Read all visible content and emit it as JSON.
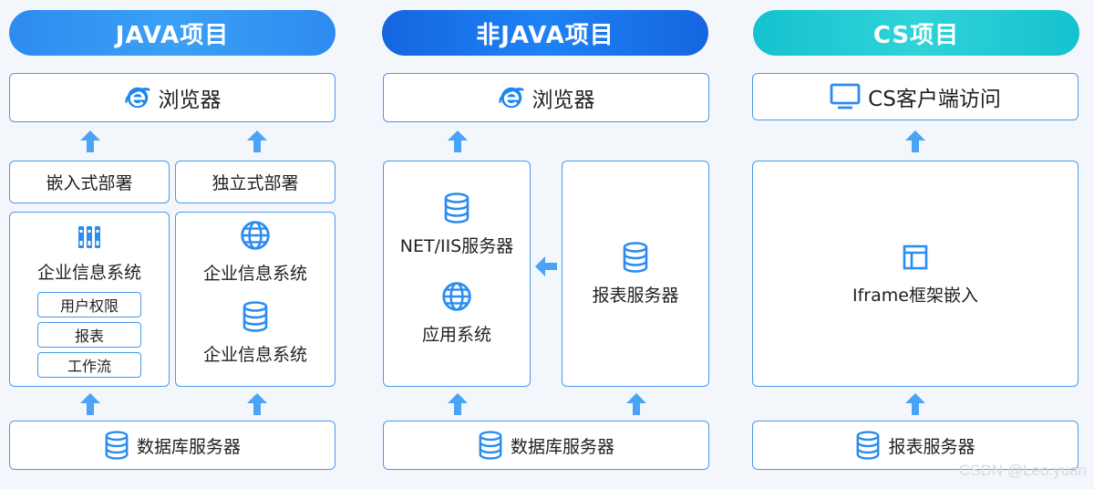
{
  "columns": {
    "java": {
      "title": "JAVA项目",
      "browser": "浏览器",
      "embedded_deploy": "嵌入式部署",
      "standalone_deploy": "独立式部署",
      "embedded_system": "企业信息系统",
      "embedded_modules": [
        "用户权限",
        "报表",
        "工作流"
      ],
      "standalone_system_1": "企业信息系统",
      "standalone_system_2": "企业信息系统",
      "database": "数据库服务器"
    },
    "non_java": {
      "title": "非JAVA项目",
      "browser": "浏览器",
      "net_server": "NET/IIS服务器",
      "app_system": "应用系统",
      "report_server": "报表服务器",
      "database": "数据库服务器"
    },
    "cs": {
      "title": "CS项目",
      "client": "CS客户端访问",
      "iframe": "Iframe框架嵌入",
      "report_server": "报表服务器"
    }
  },
  "watermark": "CSDN @Leo.yuan",
  "colors": {
    "header_java": "#2e8bf0",
    "header_non_java": "#1565e0",
    "header_cs": "#15c2cf",
    "border": "#4c97ea",
    "icon": "#2a8cf0",
    "arrow": "#4aa3f5"
  }
}
